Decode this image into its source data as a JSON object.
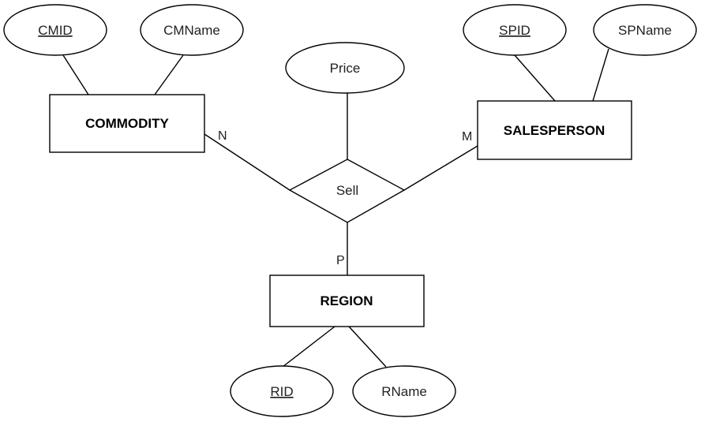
{
  "entities": {
    "commodity": "COMMODITY",
    "salesperson": "SALESPERSON",
    "region": "REGION"
  },
  "relationship": {
    "name": "Sell"
  },
  "attributes": {
    "cmid": "CMID",
    "cmname": "CMName",
    "spid": "SPID",
    "spname": "SPName",
    "price": "Price",
    "rid": "RID",
    "rname": "RName"
  },
  "cardinalities": {
    "commodity": "N",
    "salesperson": "M",
    "region": "P"
  }
}
